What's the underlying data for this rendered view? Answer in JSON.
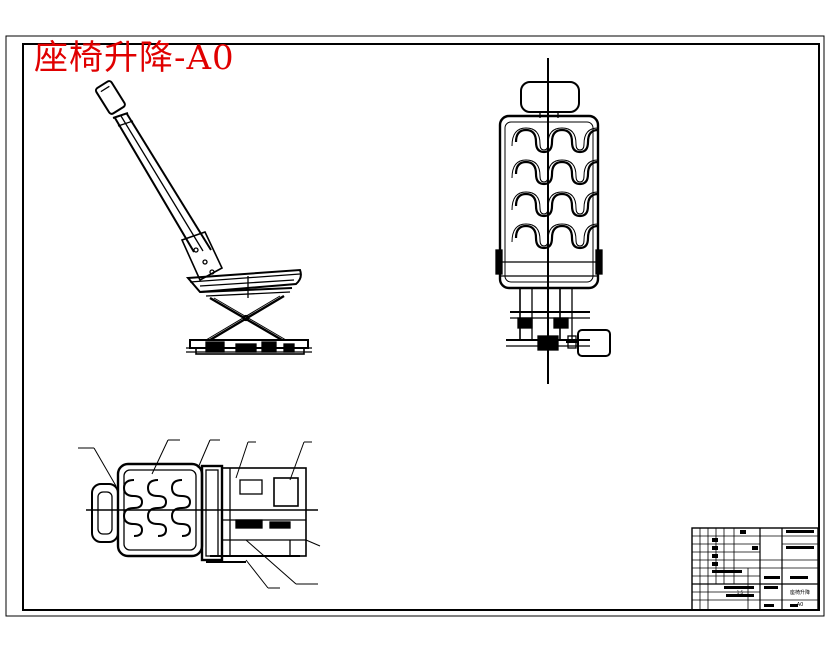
{
  "drawing": {
    "title": "座椅升降-A0",
    "colors": {
      "title": "#e00000",
      "line": "#000000",
      "paper": "#ffffff"
    }
  },
  "views": [
    {
      "id": "side-view",
      "content": "seat in raised position with reclined backrest and scissor lift"
    },
    {
      "id": "front-view",
      "content": "backrest with serpentine spring pattern, headrest and motor below"
    },
    {
      "id": "top-view",
      "content": "plan view with leader lines to parts"
    }
  ],
  "title_block": {
    "drawing_name": "座椅升降",
    "scale": "1:5",
    "sheet": "A0"
  }
}
